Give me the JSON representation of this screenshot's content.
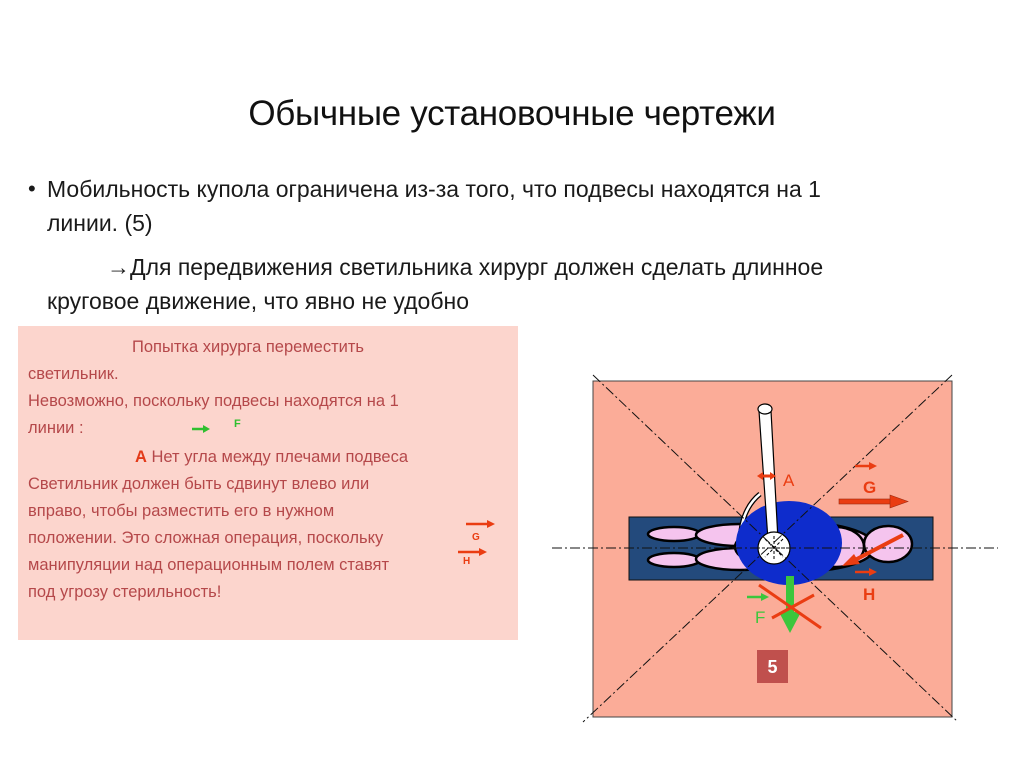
{
  "slide": {
    "title": "Обычные установочные чертежи",
    "bullet": {
      "marker": "•",
      "text_line1": "Мобильность купола ограничена из-за того, что подвесы находятся на 1",
      "text_line2": "линии. (5)"
    },
    "sub_point": {
      "arrow": "→",
      "text_line1": "Для передвижения светильника хирург должен сделать длинное",
      "text_line2": "круговое движение, что явно не удобно"
    }
  },
  "info_box": {
    "background_color": "#fcd5cd",
    "text_color": "#b5484a",
    "lines": [
      "Попытка хирурга переместить",
      "светильник.",
      "Невозможно, поскольку подвесы находятся на 1",
      "линии :",
      "Нет угла между плечами подвеса",
      "Светильник должен быть сдвинут влево или",
      "вправо, чтобы разместить его в нужном",
      "положении. Это сложная операция, поскольку",
      "манипуляции над операционным полем ставят",
      "под угрозу стерильность!"
    ],
    "inline_legend": {
      "f_arrow_label": "F",
      "a_label": "A",
      "g_label": "G",
      "h_label": "H"
    }
  },
  "diagram": {
    "labels": {
      "a": "A",
      "g": "G",
      "h": "H",
      "f": "F"
    },
    "figure_number": "5",
    "colors": {
      "room_fill": "#fbac98",
      "table_fill": "#234a7c",
      "dome_fill": "#0e2ccc",
      "patient_fill": "#f5c4ee",
      "arrow_red": "#ea3d12",
      "arrow_green": "#3cc63c",
      "badge_fill": "#c0504d"
    }
  }
}
